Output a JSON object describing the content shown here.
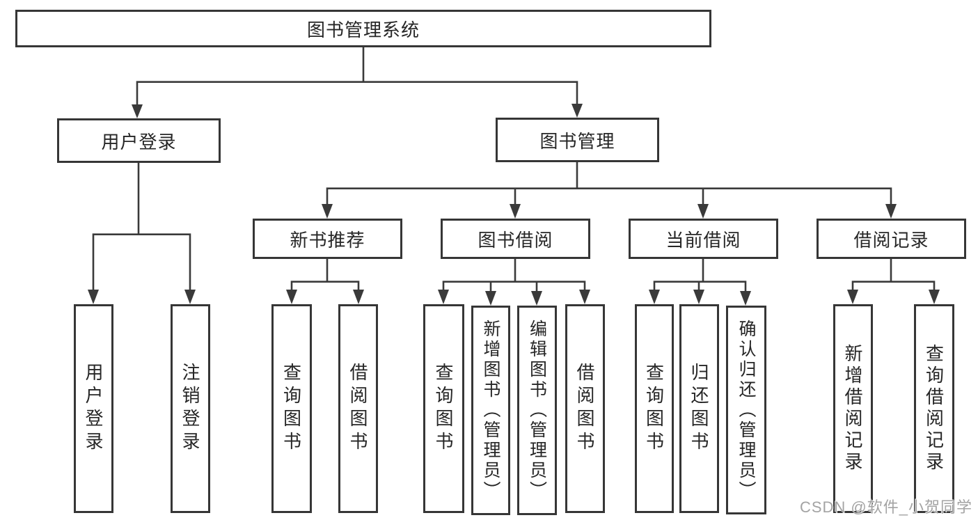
{
  "tree": {
    "label": "图书管理系统",
    "children": [
      {
        "label": "用户登录",
        "children": [
          {
            "label": "用户登录"
          },
          {
            "label": "注销登录"
          }
        ]
      },
      {
        "label": "图书管理",
        "children": [
          {
            "label": "新书推荐",
            "children": [
              {
                "label": "查询图书"
              },
              {
                "label": "借阅图书"
              }
            ]
          },
          {
            "label": "图书借阅",
            "children": [
              {
                "label": "查询图书"
              },
              {
                "label": "新增图书（管理员）"
              },
              {
                "label": "编辑图书（管理员）"
              },
              {
                "label": "借阅图书"
              }
            ]
          },
          {
            "label": "当前借阅",
            "children": [
              {
                "label": "查询图书"
              },
              {
                "label": "归还图书"
              },
              {
                "label": "确认归还（管理员）"
              }
            ]
          },
          {
            "label": "借阅记录",
            "children": [
              {
                "label": "新增借阅记录"
              },
              {
                "label": "查询借阅记录"
              }
            ]
          }
        ]
      }
    ]
  },
  "watermark": {
    "text": "CSDN @软件_小贺同学"
  },
  "colors": {
    "background": "#ffffff",
    "line": "#3a3a3a",
    "box_border": "#363636",
    "text": "#262626",
    "watermark_text": "#a3a3a3"
  }
}
